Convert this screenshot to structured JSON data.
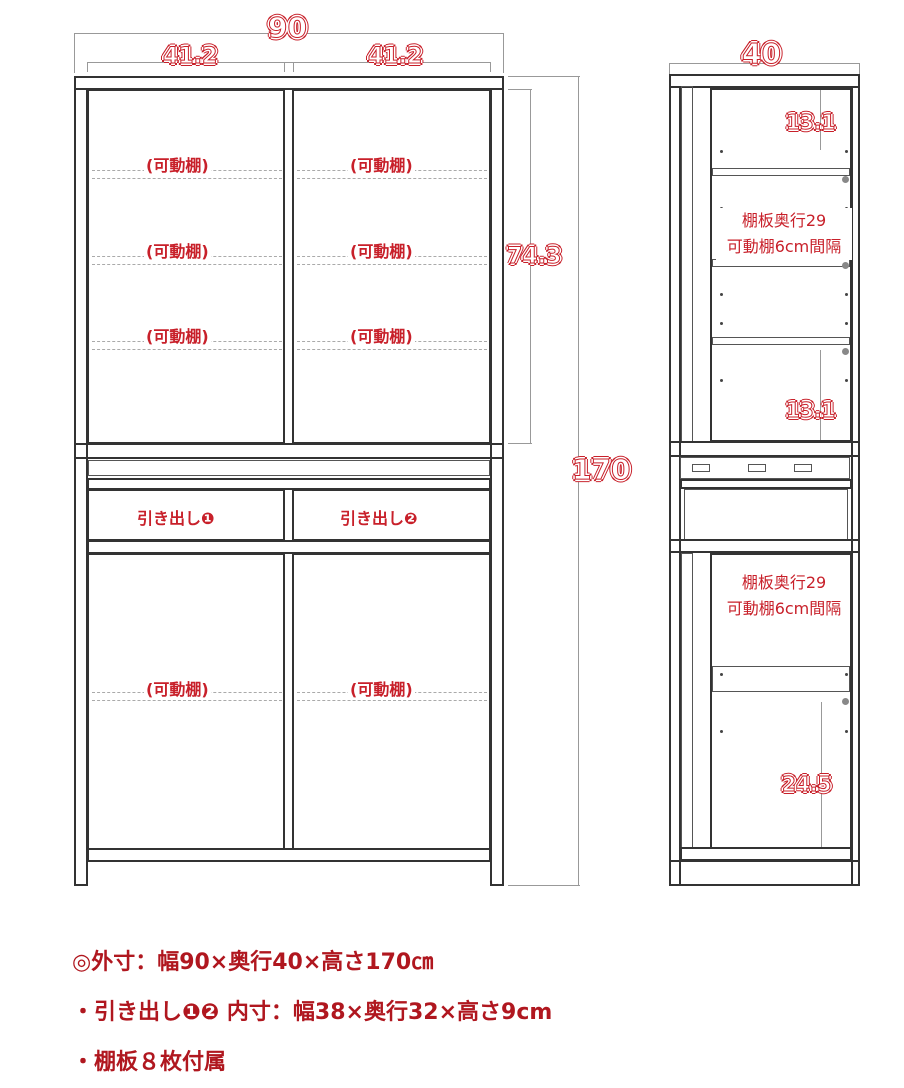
{
  "front_view": {
    "overall_width": "90",
    "door_widths": [
      "41.2",
      "41.2"
    ],
    "upper_height": "74.3",
    "total_height": "170",
    "upper_shelves": {
      "left": [
        "(可動棚)",
        "(可動棚)",
        "(可動棚)"
      ],
      "right": [
        "(可動棚)",
        "(可動棚)",
        "(可動棚)"
      ]
    },
    "drawers": [
      "引き出し❶",
      "引き出し❷"
    ],
    "lower_shelves": [
      "(可動棚)",
      "(可動棚)"
    ]
  },
  "side_view": {
    "depth": "40",
    "upper_top_gap": "13.1",
    "upper_bottom_gap": "13.1",
    "upper_note_line1": "棚板奥行29",
    "upper_note_line2": "可動棚6cm間隔",
    "lower_note_line1": "棚板奥行29",
    "lower_note_line2": "可動棚6cm間隔",
    "lower_bottom_gap": "24.5"
  },
  "notes": [
    "◎外寸：幅90×奥行40×高さ170㎝",
    "・引き出し❶❷ 内寸：幅38×奥行32×高さ9cm",
    "・棚板８枚付属"
  ],
  "colors": {
    "accent_red": "#c8202a",
    "line": "#333333",
    "dim_line": "#999999"
  }
}
